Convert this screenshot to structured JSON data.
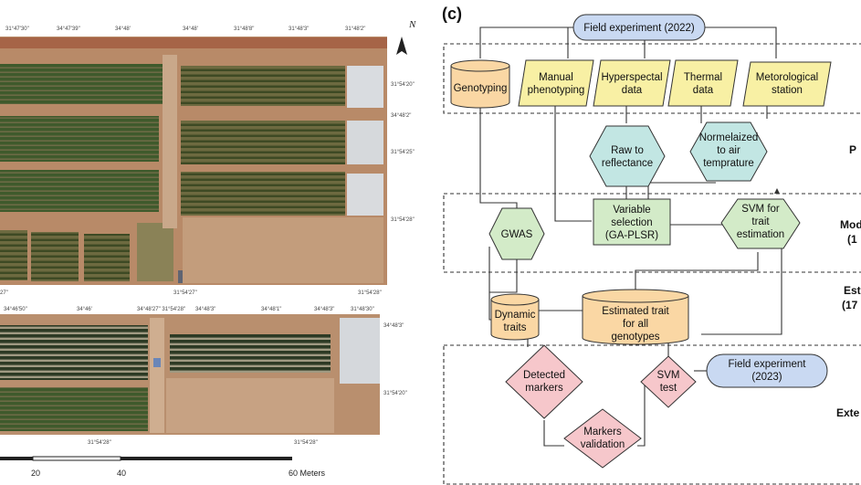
{
  "panel_label": "(c)",
  "map": {
    "top_coords": [
      "31°47'30\"",
      "34°47'39\"",
      "34°48'",
      "34°48'",
      "31°48'8\"",
      "31°48'3\"",
      "31°48'2\""
    ],
    "right_coords_top": [
      "31°54'20\"",
      "34°48'2\"",
      "31°54'25\"",
      "31°54'28\""
    ],
    "mid_coords": [
      "31°54'27\"",
      "31°54'28\""
    ],
    "mid_left_coord": "27\"",
    "lower_top_coords": [
      "34°46'50\"",
      "34°46'",
      "34°48'27\" 31°54'28\"",
      "34°48'3\"",
      "34°48'1\"",
      "34°48'3\"",
      "31°48'30\""
    ],
    "right_coords_bottom": [
      "34°48'3\"",
      "31°54'20\""
    ],
    "bottom_coords": [
      "31°54'28\"",
      "31°54'28\""
    ],
    "north_label": "N",
    "scale_labels": [
      "20",
      "40",
      "60 Meters"
    ]
  },
  "diagram": {
    "field_2022": "Field experiment (2022)",
    "genotyping": "Genotyping",
    "manual_pheno": [
      "Manual",
      "phenotyping"
    ],
    "hyperspectral": [
      "Hyperspectal",
      "data"
    ],
    "thermal": [
      "Thermal",
      "data"
    ],
    "meteo": [
      "Metorological",
      "station"
    ],
    "raw_refl": [
      "Raw to",
      "reflectance"
    ],
    "normalized": [
      "Normelaized",
      "to air",
      "temprature"
    ],
    "gwas": "GWAS",
    "var_sel": [
      "Variable",
      "selection",
      "(GA-PLSR)"
    ],
    "svm_trait": [
      "SVM for",
      "trait",
      "estimation"
    ],
    "dynamic": [
      "Dynamic",
      "traits"
    ],
    "estimated": [
      "Estimated trait",
      "for all",
      "genotypes"
    ],
    "detected": [
      "Detected",
      "markers"
    ],
    "svm_test": [
      "SVM",
      "test"
    ],
    "field_2023": [
      "Field experiment",
      "(2023)"
    ],
    "markers_val": [
      "Markers",
      "validation"
    ],
    "phase_labels": [
      [
        "P"
      ],
      [
        "Mod",
        "(1"
      ],
      [
        "Est",
        "(17"
      ],
      [
        "Exte"
      ]
    ]
  },
  "colors": {
    "blue": "#c9d9f2",
    "yellow": "#f8f0a4",
    "teal": "#c2e6e3",
    "green": "#d3ebc8",
    "orange": "#fad7a4",
    "pink": "#f6c7cb"
  }
}
